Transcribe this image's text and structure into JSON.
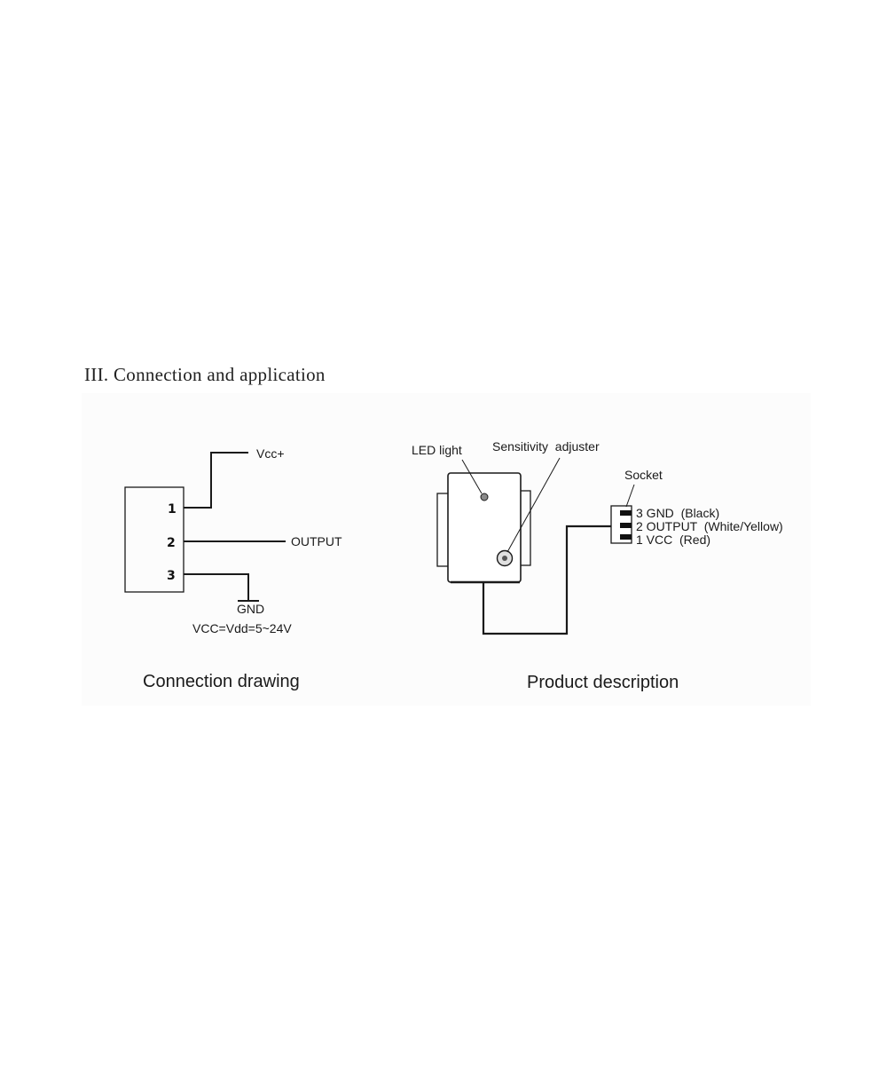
{
  "title": "III. Connection and application",
  "connection": {
    "pins": [
      "1",
      "2",
      "3"
    ],
    "vcc_label": "Vcc+",
    "output_label": "OUTPUT",
    "gnd_label": "GND",
    "supply_note": "VCC=Vdd=5~24V",
    "caption": "Connection drawing"
  },
  "product": {
    "led_label": "LED light",
    "sensitivity_label": "Sensitivity  adjuster",
    "socket_label": "Socket",
    "socket_pins": [
      "3 GND  (Black)",
      "2 OUTPUT  (White/Yellow)",
      "1 VCC  (Red)"
    ],
    "caption": "Product description"
  }
}
